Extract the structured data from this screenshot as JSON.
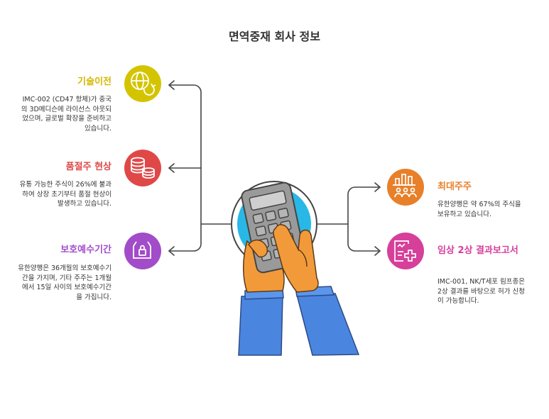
{
  "title": "면역중재 회사 정보",
  "items": [
    {
      "id": "tech",
      "heading": "기술이전",
      "color": "#d4b800",
      "icon": "globe-arrows-icon",
      "desc": "IMC-002 (CD47 항체)가 중국의 3D메디슨에 라이선스 아웃되었으며, 글로벌 확장을 준비하고 있습니다."
    },
    {
      "id": "shortage",
      "heading": "품절주 현상",
      "color": "#e04848",
      "icon": "coin-stack-icon",
      "desc": "유통 가능한 주식이 26%에 불과하여 상장 초기부터 품절 현상이 발생하고 있습니다."
    },
    {
      "id": "lockup",
      "heading": "보호예수기간",
      "color": "#a24cc9",
      "icon": "locked-box-icon",
      "desc": "유한양행은 36개월의 보호예수기간을 가지며, 기타 주주는 1개월에서 15일 사이의 보호예수기간을 가집니다."
    },
    {
      "id": "largest",
      "heading": "최대주주",
      "color": "#e8802a",
      "icon": "people-chart-icon",
      "desc": "유한양행은 약 67%의 주식을 보유하고 있습니다."
    },
    {
      "id": "phase2",
      "heading": "임상 2상 결과보고서",
      "color": "#d63f9a",
      "icon": "medical-document-icon",
      "desc": "IMC-001, NK/T세포 림프종은 2상 결과를 바탕으로 허가 신청이 가능합니다."
    }
  ]
}
